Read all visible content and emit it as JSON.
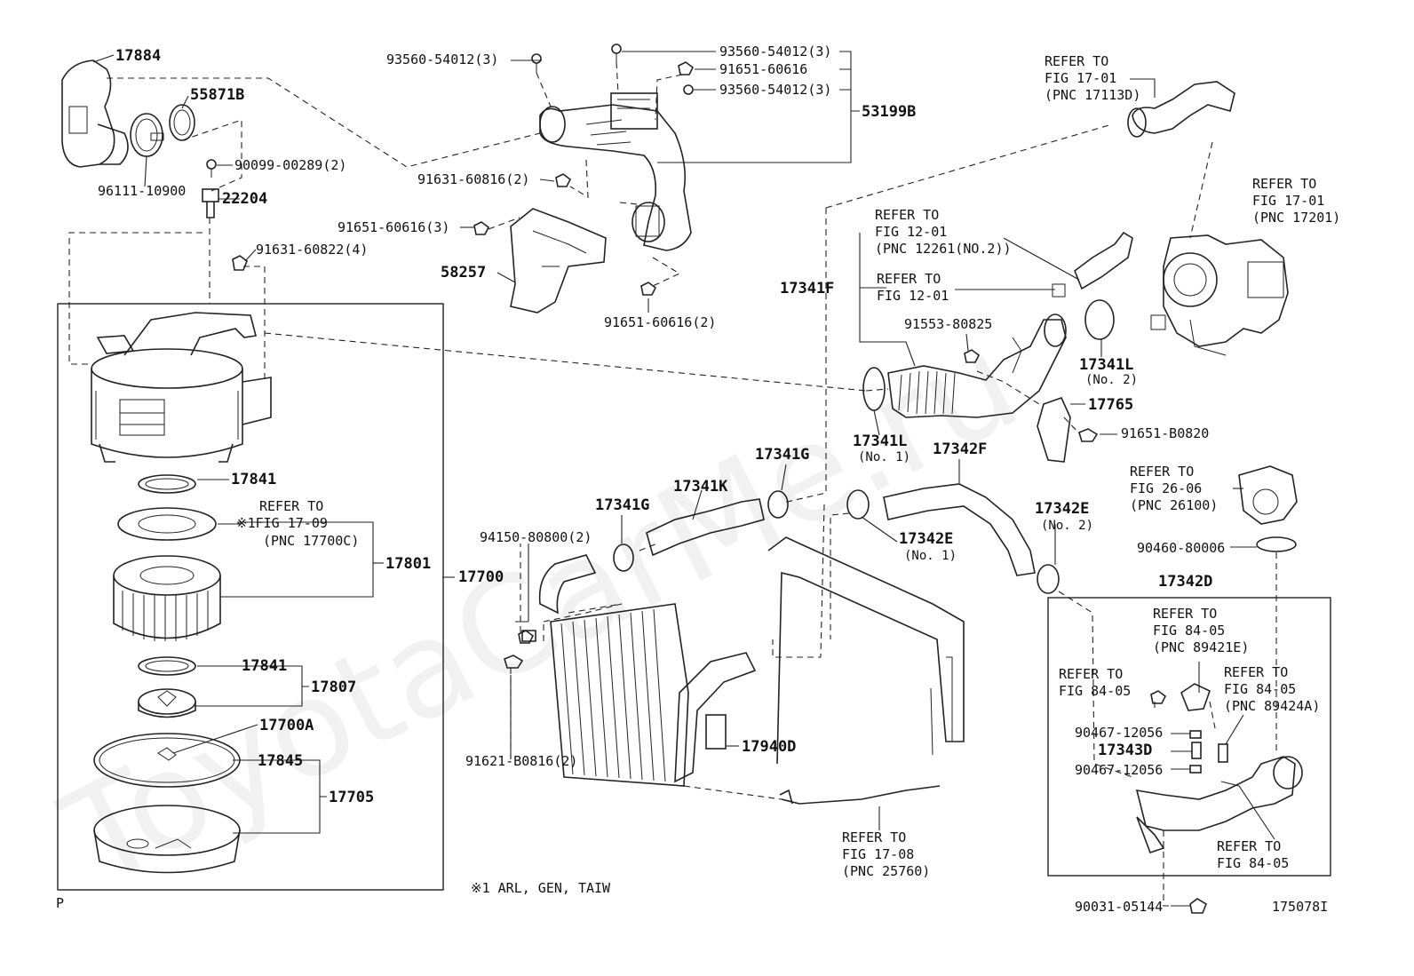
{
  "watermark": "ToyotaCarMe.ru",
  "corner_mark": "P",
  "figure_id": "175078I",
  "footnote": "※1 ARL, GEN, TAIW",
  "labels": {
    "p17884": "17884",
    "p55871B": "55871B",
    "p90099": "90099-00289(2)",
    "p96111": "96111-10900",
    "p22204": "22204",
    "p91631_822": "91631-60822(4)",
    "p93560_a": "93560-54012(3)",
    "p93560_b": "93560-54012(3)",
    "p91651_616": "91651-60616",
    "p93560_c": "93560-54012(3)",
    "p53199B": "53199B",
    "p91631_816": "91631-60816(2)",
    "p91651_616_3": "91651-60616(3)",
    "p58257": "58257",
    "p91651_616_2": "91651-60616(2)",
    "ref1701a_1": "REFER TO",
    "ref1701a_2": "FIG 17-01",
    "ref1701a_3": "(PNC 17113D)",
    "ref1701b_1": "REFER TO",
    "ref1701b_2": "FIG 17-01",
    "ref1701b_3": "(PNC 17201)",
    "ref1201a_1": "REFER TO",
    "ref1201a_2": "FIG 12-01",
    "ref1201a_3": "(PNC 12261(NO.2))",
    "p17341F": "17341F",
    "ref1201b_1": "REFER TO",
    "ref1201b_2": "FIG 12-01",
    "p91553": "91553-80825",
    "p17341L_2": "17341L",
    "p17341L_2n": "(No. 2)",
    "p17765": "17765",
    "p91651_B0820": "91651-B0820",
    "p17341L_1": "17341L",
    "p17341L_1n": "(No. 1)",
    "p17342F": "17342F",
    "p17341G_a": "17341G",
    "p17341K": "17341K",
    "p17341G_b": "17341G",
    "p17342E_1": "17342E",
    "p17342E_1n": "(No. 1)",
    "p17342E_2": "17342E",
    "p17342E_2n": "(No. 2)",
    "ref2606_1": "REFER TO",
    "ref2606_2": "FIG 26-06",
    "ref2606_3": "(PNC 26100)",
    "p90460": "90460-80006",
    "p17342D": "17342D",
    "ref8405a_1": "REFER TO",
    "ref8405a_2": "FIG 84-05",
    "ref8405a_3": "(PNC 89421E)",
    "ref8405b_1": "REFER TO",
    "ref8405b_2": "FIG 84-05",
    "ref8405c_1": "REFER TO",
    "ref8405c_2": "FIG 84-05",
    "ref8405c_3": "(PNC 89424A)",
    "p90467_a": "90467-12056",
    "p17343D": "17343D",
    "p90467_b": "90467-12056",
    "ref8405d_1": "REFER TO",
    "ref8405d_2": "FIG 84-05",
    "p90031": "90031-05144",
    "p17841_a": "17841",
    "ref1709_1": "REFER TO",
    "ref1709_2": "※1FIG 17-09",
    "ref1709_3": "(PNC 17700C)",
    "p17801": "17801",
    "p17700": "17700",
    "p17841_b": "17841",
    "p17807": "17807",
    "p17700A": "17700A",
    "p17845": "17845",
    "p17705": "17705",
    "p94150": "94150-80800(2)",
    "p91621": "91621-B0816(2)",
    "p17940D": "17940D",
    "ref1708_1": "REFER TO",
    "ref1708_2": "FIG 17-08",
    "ref1708_3": "(PNC 25760)"
  }
}
